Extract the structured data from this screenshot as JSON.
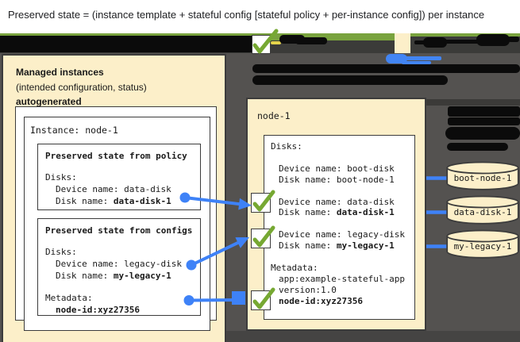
{
  "title": "Preserved state = (instance template + stateful config [stateful policy + per-instance config]) per instance",
  "colors": {
    "cream": "#FCEFC9",
    "dark_background": "#545250",
    "panel_border": "#3C3C3C",
    "green_accent": "#79A33E",
    "check_green": "#76A832",
    "arrow_blue": "#4285F4",
    "redaction_black": "#0B0B0B"
  },
  "icons": {
    "checkmark": "check-icon (green hand-drawn tick)",
    "disk": "database-cylinder"
  },
  "left_panel": {
    "heading_line1": "Managed instances",
    "heading_line2": "(intended configuration, status)",
    "heading_line3": "autogenerated",
    "instance_title": "Instance: node-1",
    "policy_box": {
      "title": "Preserved state from policy",
      "disks_label": "Disks:",
      "device_line": "Device name: data-disk",
      "disk_prefix": "Disk name: ",
      "disk_value": "data-disk-1"
    },
    "configs_box": {
      "title": "Preserved state from configs",
      "disks_label": "Disks:",
      "device_line": "Device name: legacy-disk",
      "disk_prefix": "Disk name: ",
      "disk_value": "my-legacy-1",
      "metadata_label": "Metadata:",
      "metadata_value": "node-id:xyz27356"
    }
  },
  "right_panel": {
    "title": "node-1",
    "disks_label": "Disks:",
    "boot_device_line": "Device name: boot-disk",
    "boot_disk_line": "Disk name: boot-node-1",
    "data_device_line": "Device name: data-disk",
    "data_disk_prefix": "Disk name: ",
    "data_disk_value": "data-disk-1",
    "legacy_device_line": "Device name: legacy-disk",
    "legacy_disk_prefix": "Disk name: ",
    "legacy_disk_value": "my-legacy-1",
    "metadata_label": "Metadata:",
    "metadata_app_line": "app:example-stateful-app",
    "metadata_version_line": "version:1.0",
    "metadata_node_value": "node-id:xyz27356"
  },
  "disk_cylinders": [
    {
      "label": "boot-node-1"
    },
    {
      "label": "data-disk-1"
    },
    {
      "label": "my-legacy-1"
    }
  ]
}
